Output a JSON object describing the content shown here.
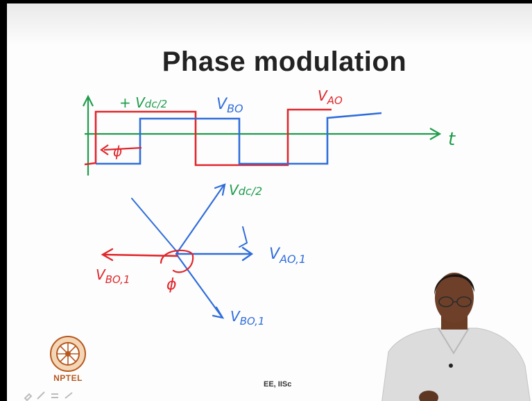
{
  "slide": {
    "title": "Phase modulation",
    "footer": "EE, IISc"
  },
  "logo": {
    "text": "NPTEL"
  },
  "annotations": {
    "vdc_half_top": "+ V",
    "vdc_half_top_sub": "dc/2",
    "v_bo_wave": "V",
    "v_bo_wave_sub": "BO",
    "v_ao_wave": "V",
    "v_ao_wave_sub": "AO",
    "t_axis": "t",
    "phi_wave": "ϕ",
    "vdc_half_phasor": "V",
    "vdc_half_phasor_sub": "dc/2",
    "v_ao1": "V",
    "v_ao1_sub": "AO,1",
    "v_bo1_left": "V",
    "v_bo1_left_sub": "BO,1",
    "v_bo1_low": "V",
    "v_bo1_low_sub": "BO,1",
    "phi_phasor": "ϕ"
  },
  "colors": {
    "red": "#e0262b",
    "blue": "#2f6ddb",
    "green": "#1f9d4c",
    "logo": "#b7581f"
  }
}
